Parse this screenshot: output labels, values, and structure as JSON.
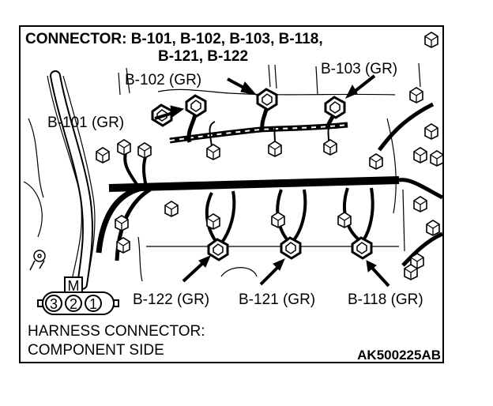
{
  "title": {
    "line1": "CONNECTOR: B-101, B-102, B-103, B-118,",
    "line2": "B-121, B-122"
  },
  "callouts": {
    "b101": "B-101 (GR)",
    "b102": "B-102 (GR)",
    "b103": "B-103 (GR)",
    "b118": "B-118 (GR)",
    "b121": "B-121 (GR)",
    "b122": "B-122 (GR)"
  },
  "connector_pinout": {
    "letter": "M",
    "pins": [
      "3",
      "2",
      "1"
    ]
  },
  "footer": {
    "line1": "HARNESS CONNECTOR:",
    "line2": "COMPONENT SIDE"
  },
  "code": "AK500225AB"
}
